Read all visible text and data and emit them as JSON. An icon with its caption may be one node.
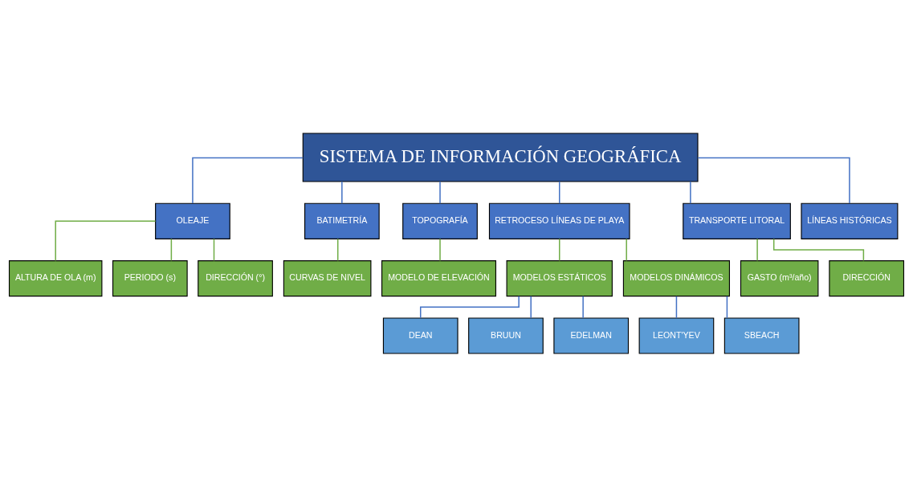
{
  "diagram": {
    "nodes": [
      {
        "text": [
          "SISTEMA DE INFORMACIÓN GEOGRÁFICA"
        ]
      },
      {
        "text": [
          "OLEAJE"
        ]
      },
      {
        "text": [
          "BATIMETRÍA"
        ]
      },
      {
        "text": [
          "TOPOGRAFÍA"
        ]
      },
      {
        "text": [
          "RETROCESO LÍNEAS DE PLAYA"
        ]
      },
      {
        "text": [
          "TRANSPORTE LITORAL"
        ]
      },
      {
        "text": [
          "LÍNEAS HISTÓRICAS"
        ]
      },
      {
        "text": [
          "ALTURA DE OLA (m)"
        ]
      },
      {
        "text": [
          "PERIODO (s)"
        ]
      },
      {
        "text": [
          "DIRECCIÓN (°)"
        ]
      },
      {
        "text": [
          "CURVAS DE NIVEL"
        ]
      },
      {
        "text": [
          "MODELO DE ELEVACIÓN"
        ]
      },
      {
        "text": [
          "MODELOS ESTÁTICOS"
        ]
      },
      {
        "text": [
          "MODELOS DINÁMICOS"
        ]
      },
      {
        "text": [
          "GASTO (m³/año)"
        ]
      },
      {
        "text": [
          "DIRECCIÓN"
        ]
      },
      {
        "text": [
          "DEAN"
        ]
      },
      {
        "text": [
          "BRUUN"
        ]
      },
      {
        "text": [
          "EDELMAN"
        ]
      },
      {
        "text": [
          "LEONT'YEV"
        ]
      },
      {
        "text": [
          "SBEACH"
        ]
      }
    ],
    "edges": [
      {
        "from": 0,
        "to": 1,
        "arrow": "none"
      },
      {
        "from": 0,
        "to": 2,
        "arrow": "none"
      },
      {
        "from": 0,
        "to": 3,
        "arrow": "none"
      },
      {
        "from": 0,
        "to": 4,
        "arrow": "none"
      },
      {
        "from": 0,
        "to": 5,
        "arrow": "none"
      },
      {
        "from": 0,
        "to": 6,
        "arrow": "none"
      },
      {
        "from": 1,
        "to": 7,
        "arrow": "none",
        "color": "#70ad47"
      },
      {
        "from": 1,
        "to": 8,
        "arrow": "none",
        "color": "#70ad47"
      },
      {
        "from": 1,
        "to": 9,
        "arrow": "none",
        "color": "#70ad47"
      },
      {
        "from": 2,
        "to": 10,
        "arrow": "none",
        "color": "#70ad47"
      },
      {
        "from": 3,
        "to": 11,
        "arrow": "none",
        "color": "#70ad47"
      },
      {
        "from": 4,
        "to": 12,
        "arrow": "none",
        "color": "#70ad47"
      },
      {
        "from": 4,
        "to": 13,
        "arrow": "none",
        "color": "#70ad47"
      },
      {
        "from": 5,
        "to": 14,
        "arrow": "none",
        "color": "#70ad47"
      },
      {
        "from": 5,
        "to": 15,
        "arrow": "none",
        "color": "#70ad47"
      },
      {
        "from": 12,
        "to": 16,
        "arrow": "none"
      },
      {
        "from": 12,
        "to": 17,
        "arrow": "none"
      },
      {
        "from": 12,
        "to": 18,
        "arrow": "none"
      },
      {
        "from": 13,
        "to": 19,
        "arrow": "none"
      },
      {
        "from": 13,
        "to": 20,
        "arrow": "none"
      }
    ]
  }
}
